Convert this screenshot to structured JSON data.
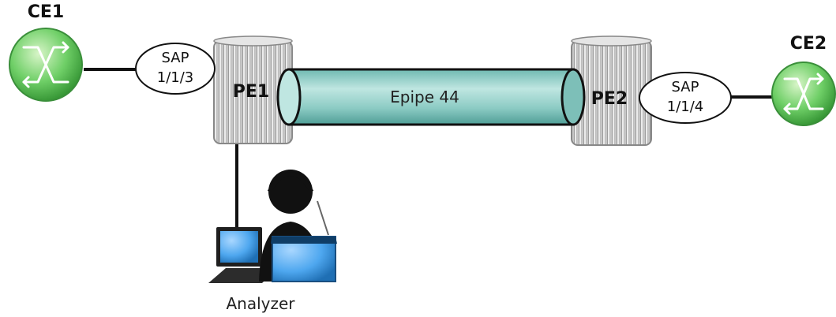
{
  "nodes": {
    "ce1": {
      "label": "CE1",
      "icon": "router-icon"
    },
    "ce2": {
      "label": "CE2",
      "icon": "router-icon"
    },
    "pe1": {
      "label": "PE1",
      "icon": "router-chassis-icon"
    },
    "pe2": {
      "label": "PE2",
      "icon": "router-chassis-icon"
    },
    "analyzer": {
      "label": "Analyzer",
      "icon": "analyzer-person-icon"
    }
  },
  "saps": {
    "sap1": {
      "line1": "SAP",
      "line2": "1/1/3"
    },
    "sap2": {
      "line1": "SAP",
      "line2": "1/1/4"
    }
  },
  "service": {
    "label": "Epipe 44"
  },
  "colors": {
    "router_green": "#5cb85c",
    "tunnel_teal": "#8fcac4",
    "chassis_gray": "#d7d7d7",
    "analyzer_blue": "#2f8fd8"
  }
}
